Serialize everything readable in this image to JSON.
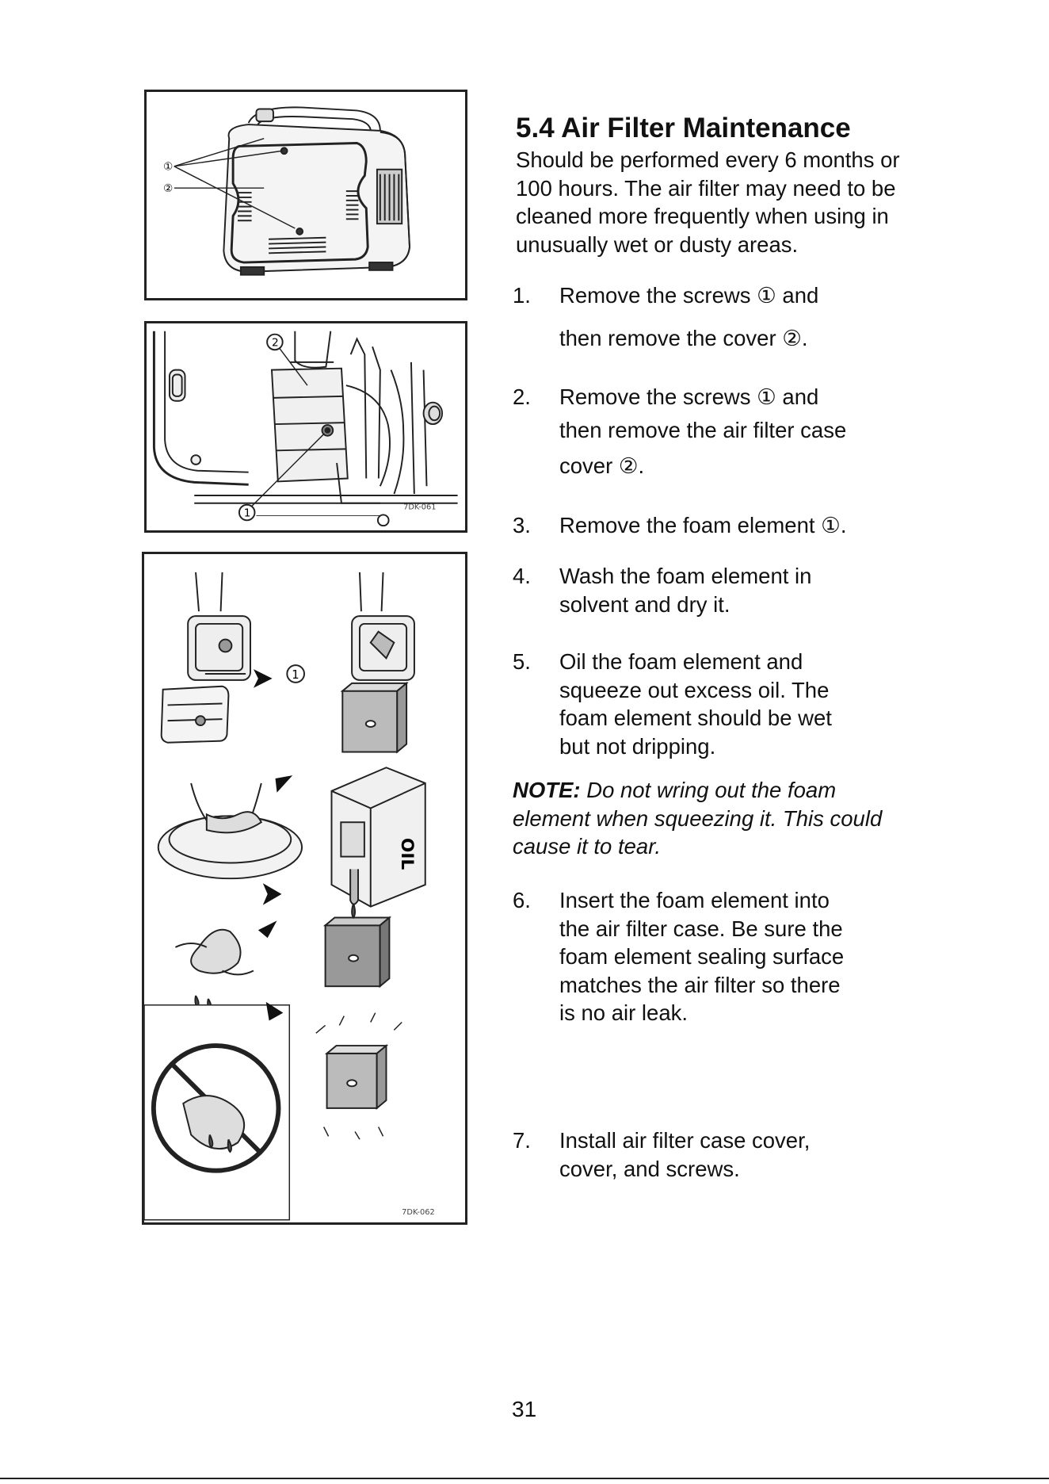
{
  "heading": "5.4 Air Filter Maintenance",
  "intro_lines": [
    "Should be performed every 6 months or",
    "100 hours. The air filter may need to be",
    "cleaned more frequently when using in",
    "unusually wet or dusty areas."
  ],
  "steps": [
    {
      "num": "1.",
      "lines": [
        "Remove the screws ①   and",
        "then remove the cover ②."
      ]
    },
    {
      "num": "2.",
      "lines": [
        "Remove the screws ①   and",
        "then remove the air filter case",
        "cover ②."
      ]
    },
    {
      "num": "3.",
      "lines": [
        "Remove the foam element ①."
      ]
    },
    {
      "num": "4.",
      "lines": [
        "Wash the foam element in",
        "solvent and dry it."
      ]
    },
    {
      "num": "5.",
      "lines": [
        "Oil the foam element and",
        "squeeze out excess oil. The",
        "foam element should be wet",
        "but not dripping."
      ]
    },
    {
      "num": "6.",
      "lines": [
        "Insert the foam element into",
        "the air filter case. Be sure the",
        "foam element sealing surface",
        "matches the air filter so there",
        "is no air leak."
      ]
    },
    {
      "num": "7.",
      "lines": [
        "Install air filter case cover,",
        "cover, and screws."
      ]
    }
  ],
  "note": {
    "label": "NOTE:",
    "line1_rest": " Do not wring out the foam",
    "line2": "element when squeezing it. This could",
    "line3": "cause it to tear."
  },
  "figures": {
    "fig1_callout_1": "①",
    "fig1_callout_2": "②",
    "fig2_callout_1": "1",
    "fig2_callout_2": "2",
    "fig2_code": "7DK-061",
    "fig3_callout_1": "1",
    "fig3_oil_label": "OIL",
    "fig3_code": "7DK-062"
  },
  "page_number": "31"
}
